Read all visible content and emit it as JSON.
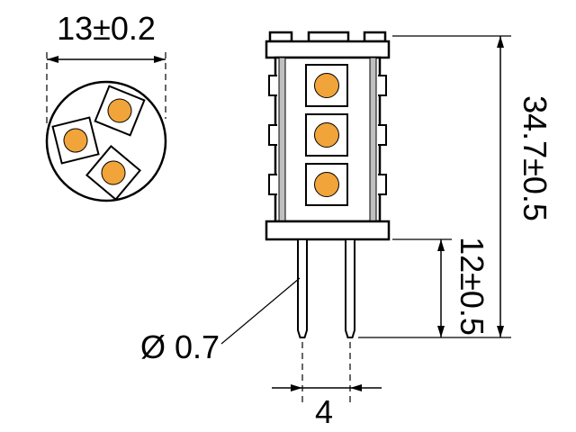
{
  "drawing": {
    "type": "technical-dimension-drawing",
    "labels": {
      "top_view_diameter": "13±0.2",
      "overall_height": "34.7±0.5",
      "pin_length": "12±0.5",
      "pin_spacing": "4",
      "pin_diameter": "Ø 0.7"
    },
    "colors": {
      "line": "#000000",
      "background": "#ffffff",
      "led_chip": "#f0a43a",
      "pcb_strip": "#c0c0c0"
    },
    "counts": {
      "top_view_leds": 3,
      "side_view_leds": 3,
      "pins": 2
    }
  }
}
